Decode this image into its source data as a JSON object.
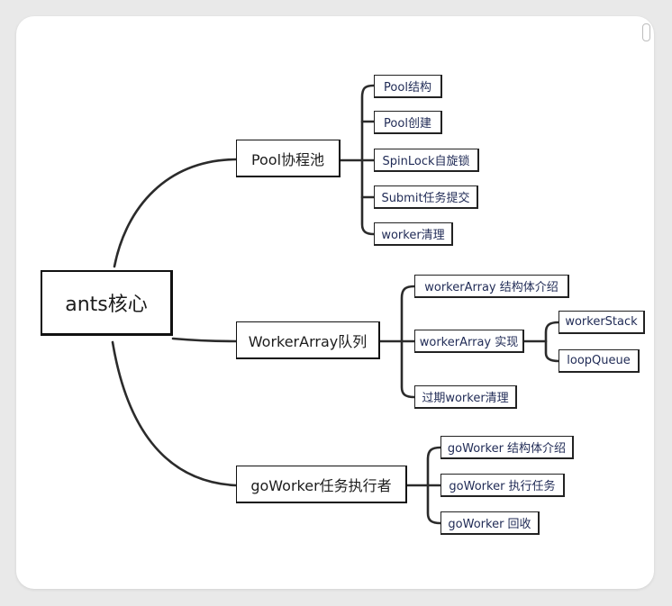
{
  "diagram": {
    "root": {
      "label": "ants核心"
    },
    "branches": [
      {
        "label": "Pool协程池",
        "children": [
          {
            "label": "Pool结构"
          },
          {
            "label": "Pool创建"
          },
          {
            "label": "SpinLock自旋锁"
          },
          {
            "label": "Submit任务提交"
          },
          {
            "label": "worker清理"
          }
        ]
      },
      {
        "label": "WorkerArray队列",
        "children": [
          {
            "label": "workerArray 结构体介绍"
          },
          {
            "label": "workerArray 实现",
            "children": [
              {
                "label": "workerStack"
              },
              {
                "label": "loopQueue"
              }
            ]
          },
          {
            "label": "过期worker清理"
          }
        ]
      },
      {
        "label": "goWorker任务执行者",
        "children": [
          {
            "label": "goWorker 结构体介绍"
          },
          {
            "label": "goWorker 执行任务"
          },
          {
            "label": "goWorker 回收"
          }
        ]
      }
    ]
  }
}
